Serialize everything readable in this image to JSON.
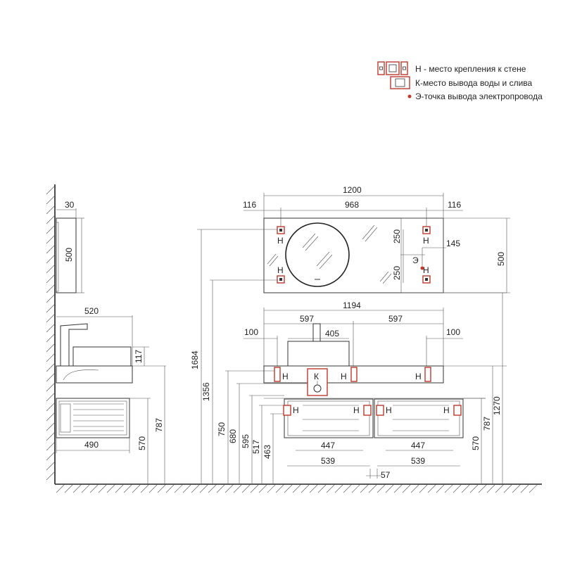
{
  "legend": {
    "h_text": "Н - место крепления к стене",
    "k_text": "К-место вывода воды и слива",
    "e_text": "Э-точка вывода электропровода",
    "colors": {
      "marker": "#c0392b",
      "line": "#333333"
    }
  },
  "side_view": {
    "mirror_depth": "30",
    "mirror_height": "500",
    "counter_depth": "520",
    "sink_height": "117",
    "cabinet_width": "490",
    "cabinet_height": "570",
    "top_height": "787"
  },
  "front_view": {
    "mirror_width": "1200",
    "edge_left": "116",
    "mount_span": "968",
    "edge_right": "116",
    "mount_vertical_top": "250",
    "mount_vertical_bottom": "250",
    "electric_offset": "145",
    "mirror_height": "500",
    "mirror_mount_height": "1684",
    "mirror_bottom_height": "1356",
    "mirror_top_height": "1270",
    "counter_width": "1194",
    "half_left": "597",
    "half_right": "597",
    "basin_width": "405",
    "wall_edge_left": "100",
    "wall_edge_right": "100",
    "counter_mount_height": "750",
    "k_height": "680",
    "h_height": "595",
    "drawer_top_height": "517",
    "drawer_mid_height": "463",
    "drawer_inner_left": "447",
    "drawer_inner_right": "447",
    "drawer_outer_left": "539",
    "drawer_outer_right": "539",
    "drawer_gap": "57",
    "cabinet_height": "570",
    "cabinet_top_height": "787",
    "marker_h": "Н",
    "marker_k": "К",
    "marker_e": "Э"
  }
}
